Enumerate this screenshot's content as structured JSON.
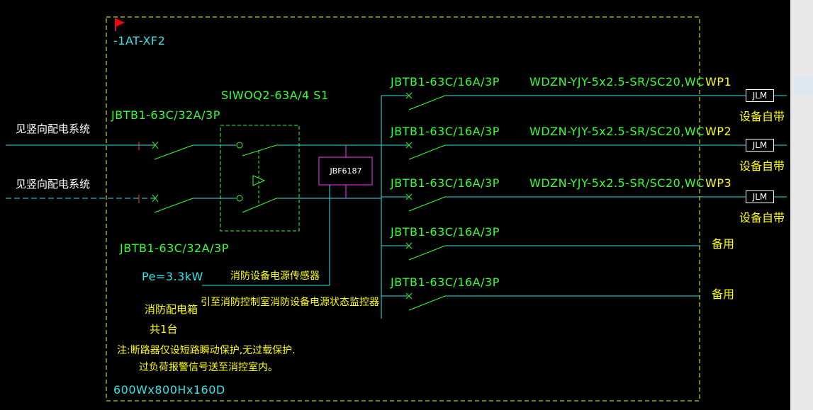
{
  "panel": {
    "name": "-1AT-XF2",
    "size": "600Wx800Hx160D"
  },
  "incoming": [
    {
      "source": "见竖向配电系统",
      "breaker": "JBTB1-63C/32A/3P"
    },
    {
      "source": "见竖向配电系统",
      "breaker": "JBTB1-63C/32A/3P"
    }
  ],
  "ats": {
    "model": "SIWOQ2-63A/4 S1"
  },
  "monitor": {
    "model": "JBF6187",
    "label1": "消防设备电源传感器",
    "label2": "引至消防控制室消防设备电源状态监控器"
  },
  "panel_info": {
    "power": "Pe=3.3kW",
    "title": "消防配电箱",
    "count": "共1台",
    "note1": "注:断路器仅设短路瞬动保护,无过载保护.",
    "note2": "过负荷报警信号送至消控室内。"
  },
  "outgoing": [
    {
      "breaker": "JBTB1-63C/16A/3P",
      "cable": "WDZN-YJY-5x2.5-SR/SC20,WC",
      "circuit": "WP1",
      "device": "JLM",
      "remark": "设备自带"
    },
    {
      "breaker": "JBTB1-63C/16A/3P",
      "cable": "WDZN-YJY-5x2.5-SR/SC20,WC",
      "circuit": "WP2",
      "device": "JLM",
      "remark": "设备自带"
    },
    {
      "breaker": "JBTB1-63C/16A/3P",
      "cable": "WDZN-YJY-5x2.5-SR/SC20,WC",
      "circuit": "WP3",
      "device": "JLM",
      "remark": "设备自带"
    },
    {
      "breaker": "JBTB1-63C/16A/3P",
      "cable": "",
      "circuit": "",
      "device": "",
      "remark": "备用"
    },
    {
      "breaker": "JBTB1-63C/16A/3P",
      "cable": "",
      "circuit": "",
      "device": "",
      "remark": "备用"
    }
  ],
  "colors": {
    "background": "#000000",
    "frame": "#ffff00",
    "wire": "#33e5e5",
    "switch": "#33ff33",
    "monitor": "#ff33ff",
    "flag": "#ff0000"
  }
}
